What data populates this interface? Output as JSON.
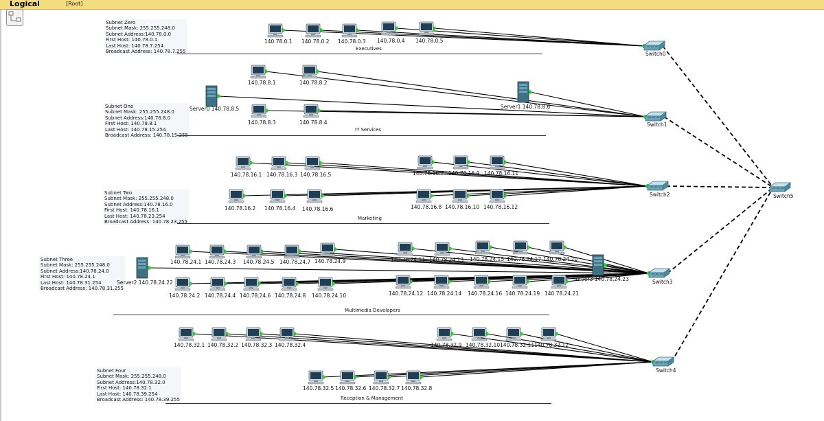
{
  "app": {
    "mode": "Logical",
    "breadcrumb": "[Root]"
  },
  "colors": {
    "link": "#000000",
    "port": "#22dd22",
    "toolbar": "#f5dc7e",
    "info_bg": "#f4f6fa"
  },
  "subnets": [
    {
      "lines": [
        "Subnet Zero",
        "Subnet Mask: 255.255.248.0",
        "Subnet Address:140.78.0.0",
        "First Host: 140.78.0.1",
        "Last Host: 140.78.7.254",
        "Broadcast Address: 140.78.7.255"
      ],
      "title": "Executives"
    },
    {
      "lines": [
        "Subnet One",
        "Subnet Mask: 255.255.248.0",
        "Subnet Address:140.78.8.0",
        "First Host: 140.78.8.1",
        "Last Host: 140.78.15.254",
        "Broadcast Address: 140.78.15.255"
      ],
      "title": "IT Services"
    },
    {
      "lines": [
        "Subnet Two",
        "Subnet Mask: 255.255.248.0",
        "Subnet Address:140.78.16.0",
        "First Host: 140.78.16.1",
        "Last Host: 140.78.23.254",
        "Broadcast Address: 140.78.23.255"
      ],
      "title": "Marketing"
    },
    {
      "lines": [
        "Subnet Three",
        "Subnet Mask: 255.255.248.0",
        "Subnet Address:140.78.24.0",
        "First Host: 140.78.24.1",
        "Last Host: 140.78.31.254",
        "Broadcast Address: 140.78.31.255"
      ],
      "title": "Multimedia Developers"
    },
    {
      "lines": [
        "Subnet Four",
        "Subnet Mask: 255.255.248.0",
        "Subnet Address:140.78.32.0",
        "First Host: 140.78.32.1",
        "Last Host: 140.78.39.254",
        "Broadcast Address: 140.78.39.255"
      ],
      "title": "Reception & Management"
    }
  ],
  "switches": [
    {
      "id": "s0",
      "label": "Switch0"
    },
    {
      "id": "s1",
      "label": "Switch1"
    },
    {
      "id": "s2",
      "label": "Switch2"
    },
    {
      "id": "s3",
      "label": "Switch3"
    },
    {
      "id": "s4",
      "label": "Switch4"
    },
    {
      "id": "s5",
      "label": "Switch5"
    }
  ],
  "servers": [
    {
      "label": "Server0 140.78.8.5",
      "switch": "s1"
    },
    {
      "label": "Server1 140.78.8.6",
      "switch": "s1"
    },
    {
      "label": "Server2 140.78.24.22",
      "switch": "s3"
    },
    {
      "label": "Server3 140.78.24.23",
      "switch": "s3"
    }
  ],
  "pcs": [
    {
      "label": "140.78.0.1",
      "switch": "s0"
    },
    {
      "label": "140.78.0.2",
      "switch": "s0"
    },
    {
      "label": "140.78.0.3",
      "switch": "s0"
    },
    {
      "label": "140.78.0.4",
      "switch": "s0"
    },
    {
      "label": "140.78.0.5",
      "switch": "s0"
    },
    {
      "label": "140.78.8.1",
      "switch": "s1"
    },
    {
      "label": "140.78.8.2",
      "switch": "s1"
    },
    {
      "label": "140.78.8.3",
      "switch": "s1"
    },
    {
      "label": "140.78.8.4",
      "switch": "s1"
    },
    {
      "label": "140.78.16.1",
      "switch": "s2"
    },
    {
      "label": "140.78.16.3",
      "switch": "s2"
    },
    {
      "label": "140.78.16.5",
      "switch": "s2"
    },
    {
      "label": "140.78.16.7",
      "switch": "s2"
    },
    {
      "label": "140.78.16.9",
      "switch": "s2"
    },
    {
      "label": "140.78.16.11",
      "switch": "s2"
    },
    {
      "label": "140.78.16.2",
      "switch": "s2"
    },
    {
      "label": "140.78.16.4",
      "switch": "s2"
    },
    {
      "label": "140.78.16.6",
      "switch": "s2"
    },
    {
      "label": "140.78.16.8",
      "switch": "s2"
    },
    {
      "label": "140.78.16.10",
      "switch": "s2"
    },
    {
      "label": "140.78.16.12",
      "switch": "s2"
    },
    {
      "label": "140.78.24.1",
      "switch": "s3"
    },
    {
      "label": "140.78.24.3",
      "switch": "s3"
    },
    {
      "label": "140.78.24.5",
      "switch": "s3"
    },
    {
      "label": "140.78.24.7",
      "switch": "s3"
    },
    {
      "label": "140.78.24.9",
      "switch": "s3"
    },
    {
      "label": "140.78.24.11",
      "switch": "s3"
    },
    {
      "label": "140.78.24.13",
      "switch": "s3"
    },
    {
      "label": "140.78.24.15",
      "switch": "s3"
    },
    {
      "label": "140.78.24.17",
      "switch": "s3"
    },
    {
      "label": "140.78.24.20",
      "switch": "s3"
    },
    {
      "label": "140.78.24.2",
      "switch": "s3"
    },
    {
      "label": "140.78.24.4",
      "switch": "s3"
    },
    {
      "label": "140.78.24.6",
      "switch": "s3"
    },
    {
      "label": "140.78.24.8",
      "switch": "s3"
    },
    {
      "label": "140.78.24.10",
      "switch": "s3"
    },
    {
      "label": "140.78.24.12",
      "switch": "s3"
    },
    {
      "label": "140.78.24.14",
      "switch": "s3"
    },
    {
      "label": "140.78.24.16",
      "switch": "s3"
    },
    {
      "label": "140.78.24.19",
      "switch": "s3"
    },
    {
      "label": "140.78.24.21",
      "switch": "s3"
    },
    {
      "label": "140.78.32.1",
      "switch": "s4"
    },
    {
      "label": "140.78.32.2",
      "switch": "s4"
    },
    {
      "label": "140.78.32.3",
      "switch": "s4"
    },
    {
      "label": "140.78.32.4",
      "switch": "s4"
    },
    {
      "label": "140.78.32.9",
      "switch": "s4"
    },
    {
      "label": "140.78.32.10",
      "switch": "s4"
    },
    {
      "label": "140.78.32.11",
      "switch": "s4"
    },
    {
      "label": "140.78.32.12",
      "switch": "s4"
    },
    {
      "label": "140.78.32.5",
      "switch": "s4"
    },
    {
      "label": "140.78.32.6",
      "switch": "s4"
    },
    {
      "label": "140.78.32.7",
      "switch": "s4"
    },
    {
      "label": "140.78.32.8",
      "switch": "s4"
    }
  ],
  "uplinks": [
    {
      "from": "s0",
      "to": "s5"
    },
    {
      "from": "s1",
      "to": "s5"
    },
    {
      "from": "s2",
      "to": "s5"
    },
    {
      "from": "s3",
      "to": "s5"
    },
    {
      "from": "s4",
      "to": "s5"
    }
  ]
}
